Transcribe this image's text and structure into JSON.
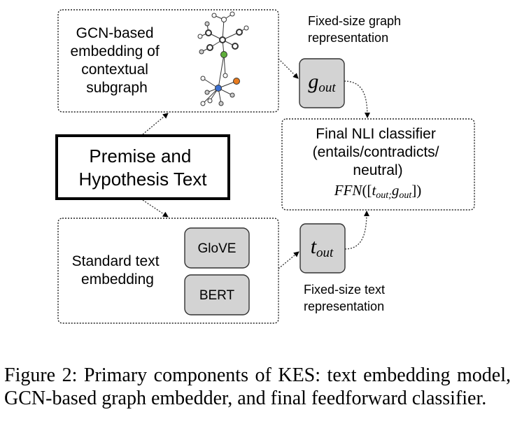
{
  "boxes": {
    "gcn_lines": [
      "GCN-based",
      "embedding of",
      "contextual",
      "subgraph"
    ],
    "premise_lines": [
      "Premise and",
      "Hypothesis Text"
    ],
    "standard_lines": [
      "Standard text",
      "embedding"
    ],
    "glove": "GloVE",
    "bert": "BERT",
    "g_out": {
      "base": "g",
      "sub": "out"
    },
    "t_out": {
      "base": "t",
      "sub": "out"
    },
    "classifier_lines": [
      "Final NLI classifier",
      "(entails/contradicts/",
      "neutral)"
    ],
    "ffn": {
      "name": "FFN",
      "open": "([",
      "t": "t",
      "t_sub": "out;",
      "g": "g",
      "g_sub": "out",
      "close": "])"
    }
  },
  "labels": {
    "graph_rep_lines": [
      "Fixed-size graph",
      "representation"
    ],
    "text_rep_lines": [
      "Fixed-size text",
      "representation"
    ]
  },
  "caption": "Figure 2: Primary components of KES: text embedding model, GCN-based graph embedder, and final feedforward classifier."
}
